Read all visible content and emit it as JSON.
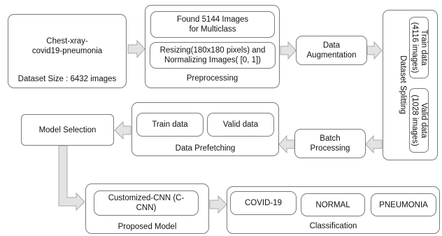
{
  "dataset": {
    "cylinder_label": "Chest-xray-\ncovid19-pneumonia",
    "size_label": "Dataset Size : 6432 images"
  },
  "preprocessing": {
    "found_label": "Found 5144 Images\nfor Multiclass",
    "resize_label": "Resizing(180x180 pixels) and\nNormalizing Images( [0, 1])",
    "title": "Preprocessing"
  },
  "augmentation": {
    "label": "Data\nAugmentation"
  },
  "splitting": {
    "title": "Dataset Splitting",
    "train_label": "Train data\n(4116 images)",
    "valid_label": "Valid data\n(1028 images)"
  },
  "batch": {
    "label": "Batch\nProcessing"
  },
  "prefetching": {
    "train_label": "Train data",
    "valid_label": "Valid data",
    "title": "Data Prefetching"
  },
  "model_selection": {
    "label": "Model Selection"
  },
  "proposed_model": {
    "cnn_label": "Customized-CNN (C-\nCNN)",
    "title": "Proposed Model"
  },
  "classification": {
    "classes": [
      "COVID-19",
      "NORMAL",
      "PNEUMONIA"
    ],
    "title": "Classification"
  },
  "colors": {
    "border": "#7a7a7a",
    "arrow_fill": "#e3e3e3",
    "arrow_stroke": "#a8a8a8"
  }
}
